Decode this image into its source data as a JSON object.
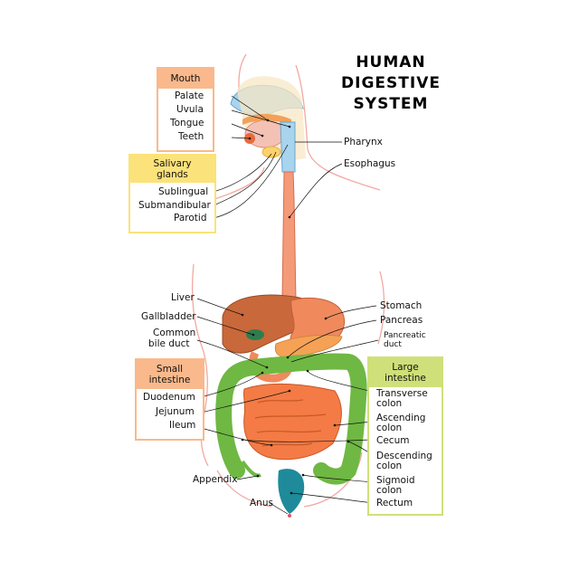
{
  "title": {
    "line1": "HUMAN",
    "line2": "DIGESTIVE",
    "line3": "SYSTEM"
  },
  "groups": {
    "mouth": "Mouth",
    "salivary": [
      "Salivary",
      "glands"
    ],
    "small": [
      "Small",
      "intestine"
    ],
    "large": [
      "Large",
      "intestine"
    ]
  },
  "labels": {
    "palate": "Palate",
    "uvula": "Uvula",
    "tongue": "Tongue",
    "teeth": "Teeth",
    "sublingual": "Sublingual",
    "submandibular": "Submandibular",
    "parotid": "Parotid",
    "pharynx": "Pharynx",
    "esophagus": "Esophagus",
    "liver": "Liver",
    "gallbladder": "Gallbladder",
    "common_bile_duct": [
      "Common",
      "bile duct"
    ],
    "stomach": "Stomach",
    "pancreas": "Pancreas",
    "pancreatic_duct": [
      "Pancreatic",
      "duct"
    ],
    "duodenum": "Duodenum",
    "jejunum": "Jejunum",
    "ileum": "Ileum",
    "appendix": "Appendix",
    "anus": "Anus",
    "transverse_colon": [
      "Transverse",
      "colon"
    ],
    "ascending_colon": [
      "Ascending",
      "colon"
    ],
    "cecum": "Cecum",
    "descending_colon": [
      "Descending",
      "colon"
    ],
    "sigmoid_colon": [
      "Sigmoid",
      "colon"
    ],
    "rectum": "Rectum"
  },
  "colors": {
    "mouth_box": "#f9b98c",
    "salivary_box": "#fbe27a",
    "small_box": "#f9b98c",
    "large_box": "#cfe07a",
    "liver": "#c9683a",
    "stomach": "#f08a5d",
    "small_intestine": "#f47b45",
    "large_intestine": "#6fb843",
    "rectum": "#1e8a9a",
    "body_outline": "#f2a9a0"
  }
}
